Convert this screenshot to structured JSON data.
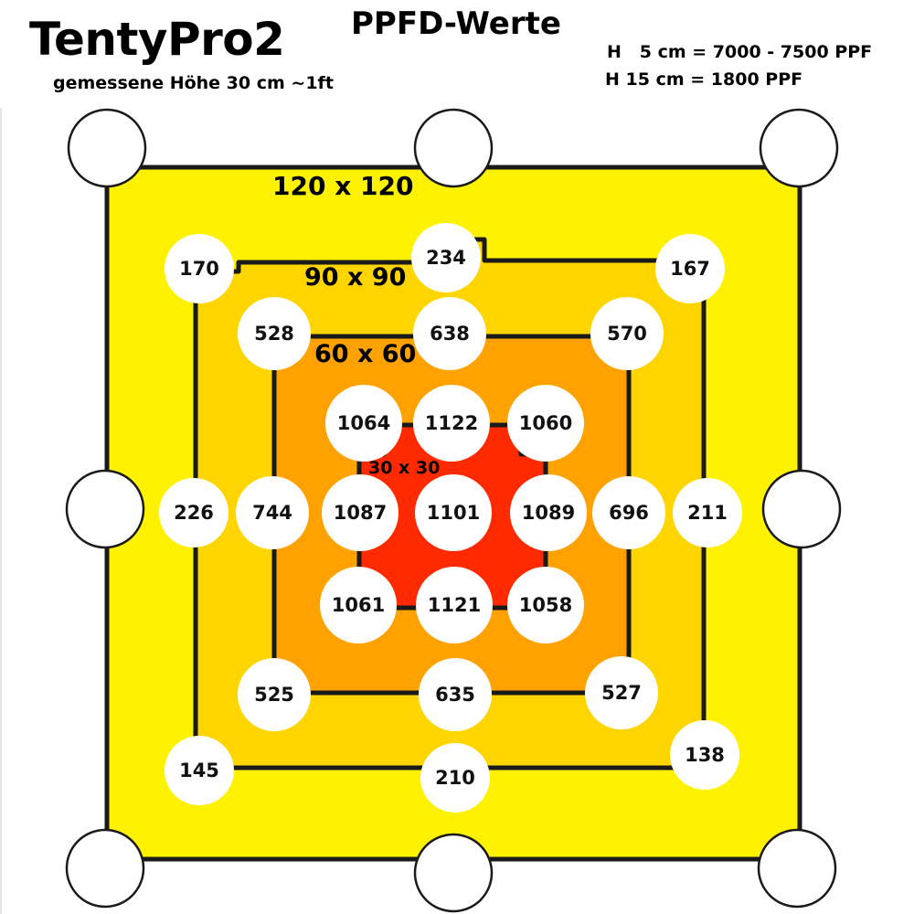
{
  "header": {
    "product": "TentyPro2",
    "height_note": "gemessene Höhe 30 cm ~1ft",
    "chart_title": "PPFD-Werte",
    "reference_lines": [
      "H   5 cm = 7000 - 7500 PPF",
      "H 15 cm = 1800 PPF"
    ]
  },
  "zones": {
    "z120": "120 x 120",
    "z90": "90 x 90",
    "z60": "60 x 60",
    "z30": "30 x 30"
  },
  "colors": {
    "z120": "#fff200",
    "z90": "#ffd500",
    "z60": "#ffa200",
    "z30": "#ff2a00",
    "lines": "#1a1a1a",
    "markers": "#ffffff"
  },
  "readings": {
    "r90": {
      "tl": "170",
      "tc": "234",
      "tr": "167",
      "ml": "226",
      "mr": "211",
      "bl": "145",
      "bc": "210",
      "br": "138"
    },
    "r60": {
      "tl": "528",
      "tc": "638",
      "tr": "570",
      "ml": "744",
      "mr": "696",
      "bl": "525",
      "bc": "635",
      "br": "527"
    },
    "r30": {
      "tl": "1064",
      "tc": "1122",
      "tr": "1060",
      "ml": "1087",
      "c": "1101",
      "mr": "1089",
      "bl": "1061",
      "bc": "1121",
      "br": "1058"
    }
  }
}
